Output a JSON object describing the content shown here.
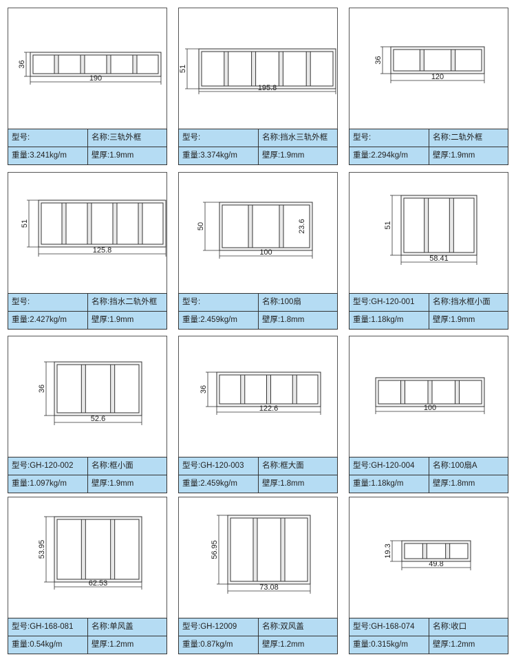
{
  "labels": {
    "model": "型号:",
    "name": "名称:",
    "weight": "重量:",
    "wall": "壁厚:"
  },
  "profiles": [
    {
      "model": "型号:",
      "name": "名称:三轨外框",
      "weight": "重量:3.241kg/m",
      "wall": "壁厚:1.9mm",
      "width_dim": "190",
      "height_dim": "36"
    },
    {
      "model": "型号:",
      "name": "名称:挡水三轨外框",
      "weight": "重量:3.374kg/m",
      "wall": "壁厚:1.9mm",
      "width_dim": "195.8",
      "height_dim": "51"
    },
    {
      "model": "型号:",
      "name": "名称:二轨外框",
      "weight": "重量:2.294kg/m",
      "wall": "壁厚:1.9mm",
      "width_dim": "120",
      "height_dim": "36"
    },
    {
      "model": "型号:",
      "name": "名称:挡水二轨外框",
      "weight": "重量:2.427kg/m",
      "wall": "壁厚:1.9mm",
      "width_dim": "125.8",
      "height_dim": "51"
    },
    {
      "model": "型号:",
      "name": "名称:100扇",
      "weight": "重量:2.459kg/m",
      "wall": "壁厚:1.8mm",
      "width_dim": "100",
      "height_dim": "50",
      "extra_dim": "23.6"
    },
    {
      "model": "型号:GH-120-001",
      "name": "名称:挡水框小面",
      "weight": "重量:1.18kg/m",
      "wall": "壁厚:1.9mm",
      "width_dim": "58.41",
      "height_dim": "51"
    },
    {
      "model": "型号:GH-120-002",
      "name": "名称:框小面",
      "weight": "重量:1.097kg/m",
      "wall": "壁厚:1.9mm",
      "width_dim": "52.6",
      "height_dim": "36"
    },
    {
      "model": "型号:GH-120-003",
      "name": "名称:框大面",
      "weight": "重量:2.459kg/m",
      "wall": "壁厚:1.8mm",
      "width_dim": "122.6",
      "height_dim": "36"
    },
    {
      "model": "型号:GH-120-004",
      "name": "名称:100扇A",
      "weight": "重量:1.18kg/m",
      "wall": "壁厚:1.8mm",
      "width_dim": "100"
    },
    {
      "model": "型号:GH-168-081",
      "name": "名称:单风盖",
      "weight": "重量:0.54kg/m",
      "wall": "壁厚:1.2mm",
      "width_dim": "62.53",
      "height_dim": "53.95"
    },
    {
      "model": "型号:GH-12009",
      "name": "名称:双风盖",
      "weight": "重量:0.87kg/m",
      "wall": "壁厚:1.2mm",
      "width_dim": "73.08",
      "height_dim": "56.95"
    },
    {
      "model": "型号:GH-168-074",
      "name": "名称:收口",
      "weight": "重量:0.315kg/m",
      "wall": "壁厚:1.2mm",
      "width_dim": "49.8",
      "height_dim": "19.3"
    }
  ]
}
